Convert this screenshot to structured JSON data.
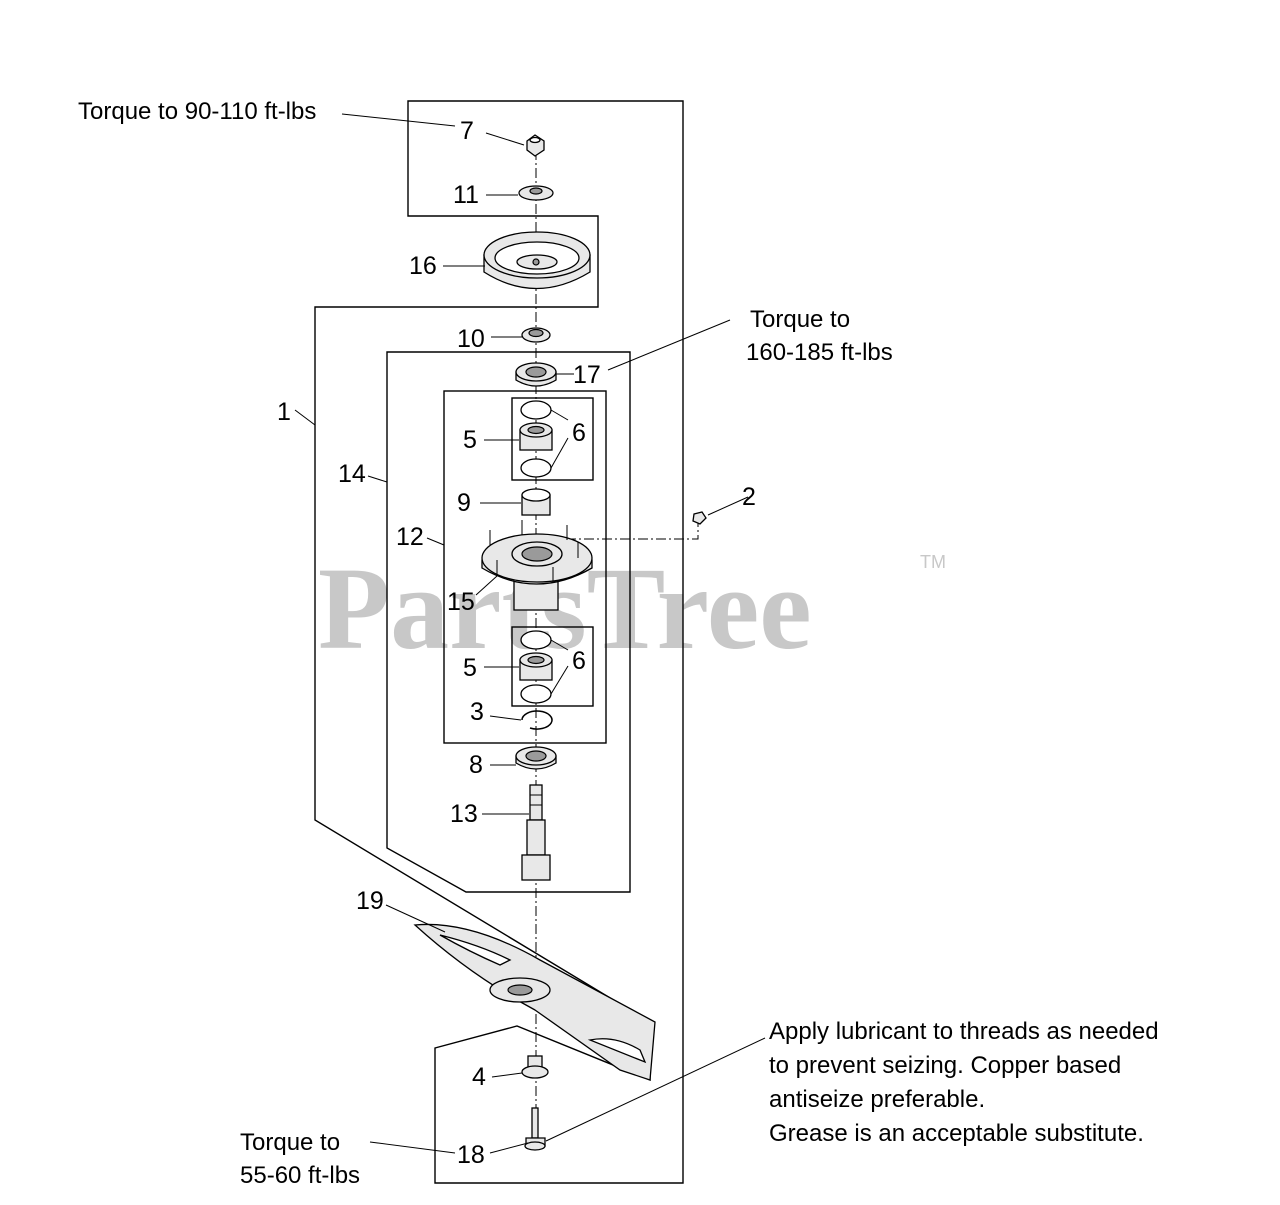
{
  "watermark": {
    "text": "PartsTree",
    "trademark": "TM"
  },
  "notes": {
    "torque_nut_line": "Torque to 90-110 ft-lbs",
    "torque_spindle_line1": "Torque to",
    "torque_spindle_line2": "160-185 ft-lbs",
    "torque_bolt_line1": "Torque to",
    "torque_bolt_line2": "55-60 ft-lbs",
    "lubricant_line1": "Apply lubricant to threads as needed",
    "lubricant_line2": "to prevent seizing.  Copper based",
    "lubricant_line3": "antiseize preferable.",
    "lubricant_line4": "Grease is an acceptable substitute."
  },
  "callouts": {
    "c1": "1",
    "c2": "2",
    "c3": "3",
    "c4": "4",
    "c5a": "5",
    "c5b": "5",
    "c6a": "6",
    "c6b": "6",
    "c7": "7",
    "c8": "8",
    "c9": "9",
    "c10": "10",
    "c11": "11",
    "c12": "12",
    "c13": "13",
    "c14": "14",
    "c15": "15",
    "c16": "16",
    "c17": "17",
    "c18": "18",
    "c19": "19"
  }
}
